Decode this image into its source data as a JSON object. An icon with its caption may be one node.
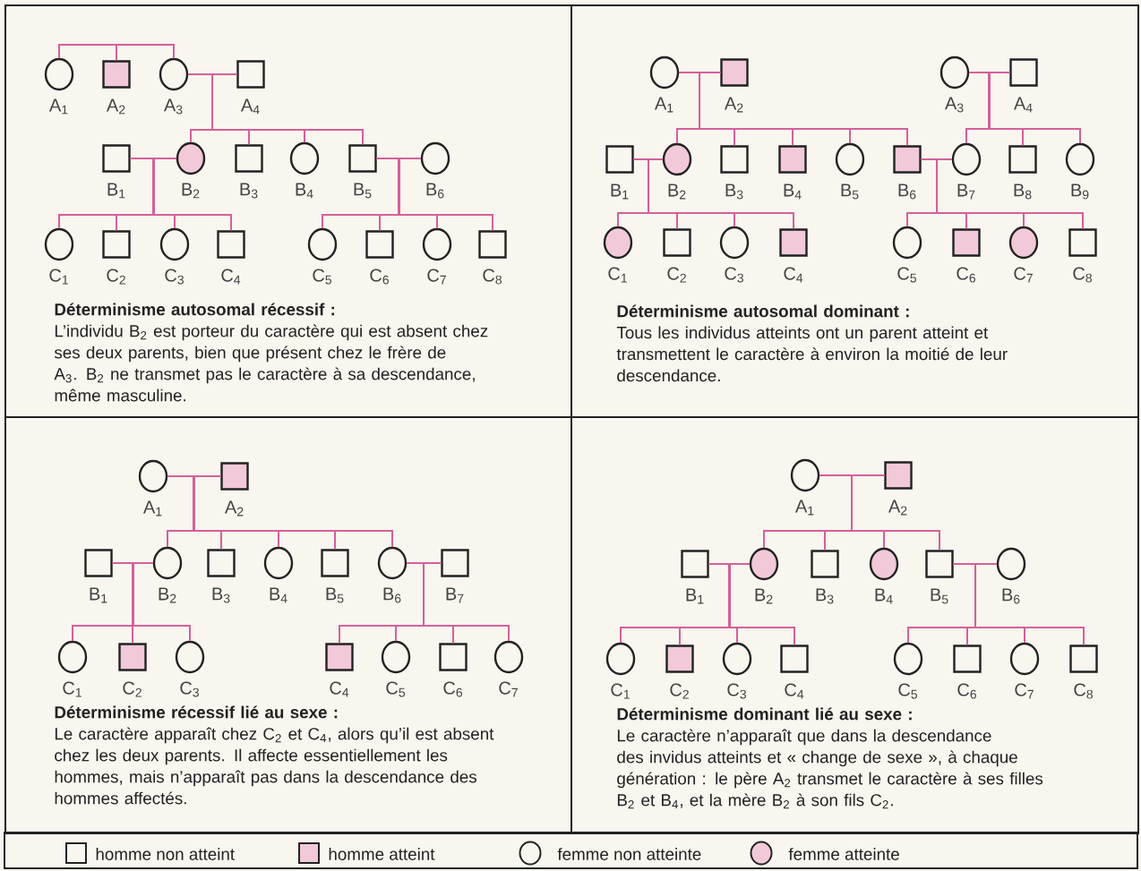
{
  "diagram": {
    "nodes": [
      {
        "text": [
          "Déterminisme autosomal récessif :",
          "L’individu B$_{2}$ est porteur du caractère qui est absent chez ses deux parents, bien que présent chez le frère de A$_{3}$. B$_{2}$ ne transmet pas le caractère à sa descendance, même masculine."
        ]
      },
      {
        "text": [],
        "shape": "circle",
        "beside": [
          "A$_{1}$"
        ],
        "in": 0
      },
      {
        "text": [],
        "shape": "box",
        "beside": [
          "A$_{2}$"
        ],
        "in": 0
      },
      {
        "text": [],
        "shape": "circle",
        "beside": [
          "A$_{3}$"
        ],
        "in": 0
      },
      {
        "text": [],
        "shape": "box",
        "beside": [
          "A$_{4}$"
        ],
        "in": 0
      },
      {
        "text": [],
        "shape": "box",
        "beside": [
          "B$_{1}$"
        ],
        "in": 0
      },
      {
        "text": [],
        "shape": "circle",
        "beside": [
          "B$_{2}$"
        ],
        "in": 0
      },
      {
        "text": [],
        "shape": "box",
        "beside": [
          "B$_{3}$"
        ],
        "in": 0
      },
      {
        "text": [],
        "shape": "circle",
        "beside": [
          "B$_{4}$"
        ],
        "in": 0
      },
      {
        "text": [],
        "shape": "box",
        "beside": [
          "B$_{5}$"
        ],
        "in": 0
      },
      {
        "text": [],
        "shape": "circle",
        "beside": [
          "B$_{6}$"
        ],
        "in": 0
      },
      {
        "text": [],
        "shape": "circle",
        "beside": [
          "C$_{1}$"
        ],
        "in": 0
      },
      {
        "text": [],
        "shape": "box",
        "beside": [
          "C$_{2}$"
        ],
        "in": 0
      },
      {
        "text": [],
        "shape": "circle",
        "beside": [
          "C$_{3}$"
        ],
        "in": 0
      },
      {
        "text": [],
        "shape": "box",
        "beside": [
          "C$_{4}$"
        ],
        "in": 0
      },
      {
        "text": [],
        "shape": "circle",
        "beside": [
          "C$_{5}$"
        ],
        "in": 0
      },
      {
        "text": [],
        "shape": "box",
        "beside": [
          "C$_{6}$"
        ],
        "in": 0
      },
      {
        "text": [],
        "shape": "circle",
        "beside": [
          "C$_{7}$"
        ],
        "in": 0
      },
      {
        "text": [],
        "shape": "box",
        "beside": [
          "C$_{8}$"
        ],
        "in": 0
      },
      {
        "text": [
          "Déterminisme autosomal dominant :",
          "Tous les individus atteints ont un parent atteint et transmettent le caractère à environ la moitié de leur descendance."
        ]
      },
      {
        "text": [],
        "shape": "circle",
        "beside": [
          "A$_{1}$"
        ],
        "in": 19
      },
      {
        "text": [],
        "shape": "box",
        "beside": [
          "A$_{2}$"
        ],
        "in": 19
      },
      {
        "text": [],
        "shape": "circle",
        "beside": [
          "A$_{3}$"
        ],
        "in": 19
      },
      {
        "text": [],
        "shape": "box",
        "beside": [
          "A$_{4}$"
        ],
        "in": 19
      },
      {
        "text": [],
        "shape": "box",
        "beside": [
          "B$_{1}$"
        ],
        "in": 19
      },
      {
        "text": [],
        "shape": "circle",
        "beside": [
          "B$_{2}$"
        ],
        "in": 19
      },
      {
        "text": [],
        "shape": "box",
        "beside": [
          "B$_{3}$"
        ],
        "in": 19
      },
      {
        "text": [],
        "shape": "box",
        "beside": [
          "B$_{4}$"
        ],
        "in": 19
      },
      {
        "text": [],
        "shape": "circle",
        "beside": [
          "B$_{5}$"
        ],
        "in": 19
      },
      {
        "text": [],
        "shape": "box",
        "beside": [
          "B$_{6}$"
        ],
        "in": 19
      },
      {
        "text": [],
        "shape": "circle",
        "beside": [
          "B$_{7}$"
        ],
        "in": 19
      },
      {
        "text": [],
        "shape": "box",
        "beside": [
          "B$_{8}$"
        ],
        "in": 19
      },
      {
        "text": [],
        "shape": "circle",
        "beside": [
          "B$_{9}$"
        ],
        "in": 19
      },
      {
        "text": [],
        "shape": "circle",
        "beside": [
          "C$_{1}$"
        ],
        "in": 19
      },
      {
        "text": [],
        "shape": "box",
        "beside": [
          "C$_{2}$"
        ],
        "in": 19
      },
      {
        "text": [],
        "shape": "circle",
        "beside": [
          "C$_{3}$"
        ],
        "in": 19
      },
      {
        "text": [],
        "shape": "box",
        "beside": [
          "C$_{4}$"
        ],
        "in": 19
      },
      {
        "text": [],
        "shape": "circle",
        "beside": [
          "C$_{5}$"
        ],
        "in": 19
      },
      {
        "text": [],
        "shape": "box",
        "beside": [
          "C$_{6}$"
        ],
        "in": 19
      },
      {
        "text": [],
        "shape": "circle",
        "beside": [
          "C$_{7}$"
        ],
        "in": 19
      },
      {
        "text": [],
        "shape": "box",
        "beside": [
          "C$_{8}$"
        ],
        "in": 19
      },
      {
        "text": [
          "Déterminisme récessif lié au sexe :",
          "Le caractère apparaît chez C$_{2}$ et C$_{4}$, alors qu’il est absent chez les deux parents. Il affecte essentiellement les hommes, mais n’apparaît pas dans la descendance des hommes affectés."
        ]
      },
      {
        "text": [],
        "shape": "circle",
        "beside": [
          "A$_{1}$"
        ],
        "in": 41
      },
      {
        "text": [],
        "shape": "box",
        "beside": [
          "A$_{2}$"
        ],
        "in": 41
      },
      {
        "text": [],
        "shape": "box",
        "beside": [
          "B$_{1}$"
        ],
        "in": 41
      },
      {
        "text": [],
        "shape": "circle",
        "beside": [
          "B$_{2}$"
        ],
        "in": 41
      },
      {
        "text": [],
        "shape": "box",
        "beside": [
          "B$_{3}$"
        ],
        "in": 41
      },
      {
        "text": [],
        "shape": "circle",
        "beside": [
          "B$_{4}$"
        ],
        "in": 41
      },
      {
        "text": [],
        "shape": "box",
        "beside": [
          "B$_{5}$"
        ],
        "in": 41
      },
      {
        "text": [],
        "shape": "circle",
        "beside": [
          "B$_{6}$"
        ],
        "in": 41
      },
      {
        "text": [],
        "shape": "box",
        "beside": [
          "B$_{7}$"
        ],
        "in": 41
      },
      {
        "text": [],
        "shape": "circle",
        "beside": [
          "C$_{1}$"
        ],
        "in": 41
      },
      {
        "text": [],
        "shape": "box",
        "beside": [
          "C$_{2}$"
        ],
        "in": 41
      },
      {
        "text": [],
        "shape": "circle",
        "beside": [
          "C$_{3}$"
        ],
        "in": 41
      },
      {
        "text": [],
        "shape": "box",
        "beside": [
          "C$_{4}$"
        ],
        "in": 41
      },
      {
        "text": [],
        "shape": "circle",
        "beside": [
          "C$_{5}$"
        ],
        "in": 41
      },
      {
        "text": [],
        "shape": "box",
        "beside": [
          "C$_{6}$"
        ],
        "in": 41
      },
      {
        "text": [],
        "shape": "circle",
        "beside": [
          "C$_{7}$"
        ],
        "in": 41
      },
      {
        "text": [
          "Déterminisme dominant lié au sexe :",
          "Le caractère n’apparaît que dans la descendance des invidus atteints et « change de sexe », à chaque génération : le père A$_{2}$ transmet le caractère à ses filles B$_{2}$ et B$_{4}$, et la mère B$_{2}$ à son fils C$_{2}$."
        ]
      },
      {
        "text": [],
        "shape": "circle",
        "beside": [
          "A$_{1}$"
        ],
        "in": 58
      },
      {
        "text": [],
        "shape": "box",
        "beside": [
          "A$_{2}$"
        ],
        "in": 58
      },
      {
        "text": [],
        "shape": "box",
        "beside": [
          "B$_{1}$"
        ],
        "in": 58
      },
      {
        "text": [],
        "shape": "circle",
        "beside": [
          "B$_{2}$"
        ],
        "in": 58
      },
      {
        "text": [],
        "shape": "box",
        "beside": [
          "B$_{3}$"
        ],
        "in": 58
      },
      {
        "text": [],
        "shape": "circle",
        "beside": [
          "B$_{4}$"
        ],
        "in": 58
      },
      {
        "text": [],
        "shape": "box",
        "beside": [
          "B$_{5}$"
        ],
        "in": 58
      },
      {
        "text": [],
        "shape": "circle",
        "beside": [
          "B$_{6}$"
        ],
        "in": 58
      },
      {
        "text": [],
        "shape": "circle",
        "beside": [
          "C$_{1}$"
        ],
        "in": 58
      },
      {
        "text": [],
        "shape": "box",
        "beside": [
          "C$_{2}$"
        ],
        "in": 58
      },
      {
        "text": [],
        "shape": "circle",
        "beside": [
          "C$_{3}$"
        ],
        "in": 58
      },
      {
        "text": [],
        "shape": "box",
        "beside": [
          "C$_{4}$"
        ],
        "in": 58
      },
      {
        "text": [],
        "shape": "circle",
        "beside": [
          "C$_{5}$"
        ],
        "in": 58
      },
      {
        "text": [],
        "shape": "box",
        "beside": [
          "C$_{6}$"
        ],
        "in": 58
      },
      {
        "text": [],
        "shape": "circle",
        "beside": [
          "C$_{7}$"
        ],
        "in": 58
      },
      {
        "text": [],
        "shape": "box",
        "beside": [
          "C$_{8}$"
        ],
        "in": 58
      }
    ],
    "edges": [
      {
        "from": 1,
        "to": 2,
        "arrow": "none"
      },
      {
        "from": 2,
        "to": 3,
        "arrow": "none"
      },
      {
        "from": 3,
        "to": 4,
        "arrow": "none"
      },
      {
        "from": 3,
        "to": 6,
        "arrow": "none"
      },
      {
        "from": 4,
        "to": 6,
        "arrow": "none"
      },
      {
        "from": 3,
        "to": 7,
        "arrow": "none"
      },
      {
        "from": 4,
        "to": 7,
        "arrow": "none"
      },
      {
        "from": 3,
        "to": 8,
        "arrow": "none"
      },
      {
        "from": 4,
        "to": 8,
        "arrow": "none"
      },
      {
        "from": 3,
        "to": 9,
        "arrow": "none"
      },
      {
        "from": 4,
        "to": 9,
        "arrow": "none"
      },
      {
        "from": 5,
        "to": 6,
        "arrow": "none"
      },
      {
        "from": 5,
        "to": 11,
        "arrow": "none"
      },
      {
        "from": 6,
        "to": 11,
        "arrow": "none"
      },
      {
        "from": 5,
        "to": 12,
        "arrow": "none"
      },
      {
        "from": 6,
        "to": 12,
        "arrow": "none"
      },
      {
        "from": 5,
        "to": 13,
        "arrow": "none"
      },
      {
        "from": 6,
        "to": 13,
        "arrow": "none"
      },
      {
        "from": 5,
        "to": 14,
        "arrow": "none"
      },
      {
        "from": 6,
        "to": 14,
        "arrow": "none"
      },
      {
        "from": 9,
        "to": 10,
        "arrow": "none"
      },
      {
        "from": 9,
        "to": 15,
        "arrow": "none"
      },
      {
        "from": 10,
        "to": 15,
        "arrow": "none"
      },
      {
        "from": 9,
        "to": 16,
        "arrow": "none"
      },
      {
        "from": 10,
        "to": 16,
        "arrow": "none"
      },
      {
        "from": 9,
        "to": 17,
        "arrow": "none"
      },
      {
        "from": 10,
        "to": 17,
        "arrow": "none"
      },
      {
        "from": 9,
        "to": 18,
        "arrow": "none"
      },
      {
        "from": 10,
        "to": 18,
        "arrow": "none"
      },
      {
        "from": 20,
        "to": 21,
        "arrow": "none"
      },
      {
        "from": 20,
        "to": 25,
        "arrow": "none"
      },
      {
        "from": 21,
        "to": 25,
        "arrow": "none"
      },
      {
        "from": 20,
        "to": 26,
        "arrow": "none"
      },
      {
        "from": 21,
        "to": 26,
        "arrow": "none"
      },
      {
        "from": 20,
        "to": 27,
        "arrow": "none"
      },
      {
        "from": 21,
        "to": 27,
        "arrow": "none"
      },
      {
        "from": 20,
        "to": 28,
        "arrow": "none"
      },
      {
        "from": 21,
        "to": 28,
        "arrow": "none"
      },
      {
        "from": 20,
        "to": 29,
        "arrow": "none"
      },
      {
        "from": 21,
        "to": 29,
        "arrow": "none"
      },
      {
        "from": 22,
        "to": 23,
        "arrow": "none"
      },
      {
        "from": 22,
        "to": 30,
        "arrow": "none"
      },
      {
        "from": 23,
        "to": 30,
        "arrow": "none"
      },
      {
        "from": 22,
        "to": 31,
        "arrow": "none"
      },
      {
        "from": 23,
        "to": 31,
        "arrow": "none"
      },
      {
        "from": 22,
        "to": 32,
        "arrow": "none"
      },
      {
        "from": 23,
        "to": 32,
        "arrow": "none"
      },
      {
        "from": 24,
        "to": 25,
        "arrow": "none"
      },
      {
        "from": 24,
        "to": 33,
        "arrow": "none"
      },
      {
        "from": 25,
        "to": 33,
        "arrow": "none"
      },
      {
        "from": 24,
        "to": 34,
        "arrow": "none"
      },
      {
        "from": 25,
        "to": 34,
        "arrow": "none"
      },
      {
        "from": 24,
        "to": 35,
        "arrow": "none"
      },
      {
        "from": 25,
        "to": 35,
        "arrow": "none"
      },
      {
        "from": 24,
        "to": 36,
        "arrow": "none"
      },
      {
        "from": 25,
        "to": 36,
        "arrow": "none"
      },
      {
        "from": 29,
        "to": 30,
        "arrow": "none"
      },
      {
        "from": 29,
        "to": 37,
        "arrow": "none"
      },
      {
        "from": 30,
        "to": 37,
        "arrow": "none"
      },
      {
        "from": 29,
        "to": 38,
        "arrow": "none"
      },
      {
        "from": 30,
        "to": 38,
        "arrow": "none"
      },
      {
        "from": 29,
        "to": 39,
        "arrow": "none"
      },
      {
        "from": 30,
        "to": 39,
        "arrow": "none"
      },
      {
        "from": 29,
        "to": 40,
        "arrow": "none"
      },
      {
        "from": 30,
        "to": 40,
        "arrow": "none"
      },
      {
        "from": 42,
        "to": 43,
        "arrow": "none"
      },
      {
        "from": 42,
        "to": 45,
        "arrow": "none"
      },
      {
        "from": 43,
        "to": 45,
        "arrow": "none"
      },
      {
        "from": 42,
        "to": 46,
        "arrow": "none"
      },
      {
        "from": 43,
        "to": 46,
        "arrow": "none"
      },
      {
        "from": 42,
        "to": 47,
        "arrow": "none"
      },
      {
        "from": 43,
        "to": 47,
        "arrow": "none"
      },
      {
        "from": 42,
        "to": 48,
        "arrow": "none"
      },
      {
        "from": 43,
        "to": 48,
        "arrow": "none"
      },
      {
        "from": 42,
        "to": 49,
        "arrow": "none"
      },
      {
        "from": 43,
        "to": 49,
        "arrow": "none"
      },
      {
        "from": 44,
        "to": 45,
        "arrow": "none"
      },
      {
        "from": 44,
        "to": 51,
        "arrow": "none"
      },
      {
        "from": 45,
        "to": 51,
        "arrow": "none"
      },
      {
        "from": 44,
        "to": 52,
        "arrow": "none"
      },
      {
        "from": 45,
        "to": 52,
        "arrow": "none"
      },
      {
        "from": 44,
        "to": 53,
        "arrow": "none"
      },
      {
        "from": 45,
        "to": 53,
        "arrow": "none"
      },
      {
        "from": 49,
        "to": 50,
        "arrow": "none"
      },
      {
        "from": 49,
        "to": 54,
        "arrow": "none"
      },
      {
        "from": 50,
        "to": 54,
        "arrow": "none"
      },
      {
        "from": 49,
        "to": 55,
        "arrow": "none"
      },
      {
        "from": 50,
        "to": 55,
        "arrow": "none"
      },
      {
        "from": 49,
        "to": 56,
        "arrow": "none"
      },
      {
        "from": 50,
        "to": 56,
        "arrow": "none"
      },
      {
        "from": 49,
        "to": 57,
        "arrow": "none"
      },
      {
        "from": 50,
        "to": 57,
        "arrow": "none"
      },
      {
        "from": 59,
        "to": 60,
        "arrow": "none"
      },
      {
        "from": 59,
        "to": 62,
        "arrow": "none"
      },
      {
        "from": 60,
        "to": 62,
        "arrow": "none"
      },
      {
        "from": 59,
        "to": 63,
        "arrow": "none"
      },
      {
        "from": 60,
        "to": 63,
        "arrow": "none"
      },
      {
        "from": 59,
        "to": 64,
        "arrow": "none"
      },
      {
        "from": 60,
        "to": 64,
        "arrow": "none"
      },
      {
        "from": 59,
        "to": 65,
        "arrow": "none"
      },
      {
        "from": 60,
        "to": 65,
        "arrow": "none"
      },
      {
        "from": 61,
        "to": 62,
        "arrow": "none"
      },
      {
        "from": 61,
        "to": 67,
        "arrow": "none"
      },
      {
        "from": 62,
        "to": 67,
        "arrow": "none"
      },
      {
        "from": 61,
        "to": 68,
        "arrow": "none"
      },
      {
        "from": 62,
        "to": 68,
        "arrow": "none"
      },
      {
        "from": 61,
        "to": 69,
        "arrow": "none"
      },
      {
        "from": 62,
        "to": 69,
        "arrow": "none"
      },
      {
        "from": 61,
        "to": 70,
        "arrow": "none"
      },
      {
        "from": 62,
        "to": 70,
        "arrow": "none"
      },
      {
        "from": 65,
        "to": 66,
        "arrow": "none"
      },
      {
        "from": 65,
        "to": 71,
        "arrow": "none"
      },
      {
        "from": 66,
        "to": 71,
        "arrow": "none"
      },
      {
        "from": 65,
        "to": 72,
        "arrow": "none"
      },
      {
        "from": 66,
        "to": 72,
        "arrow": "none"
      },
      {
        "from": 65,
        "to": 73,
        "arrow": "none"
      },
      {
        "from": 66,
        "to": 73,
        "arrow": "none"
      },
      {
        "from": 65,
        "to": 74,
        "arrow": "none"
      },
      {
        "from": 66,
        "to": 74,
        "arrow": "none"
      }
    ],
    "legend": [
      {
        "text": "homme non atteint"
      },
      {
        "text": "homme atteint"
      },
      {
        "text": "femme non atteinte"
      },
      {
        "text": "femme atteinte"
      }
    ]
  }
}
